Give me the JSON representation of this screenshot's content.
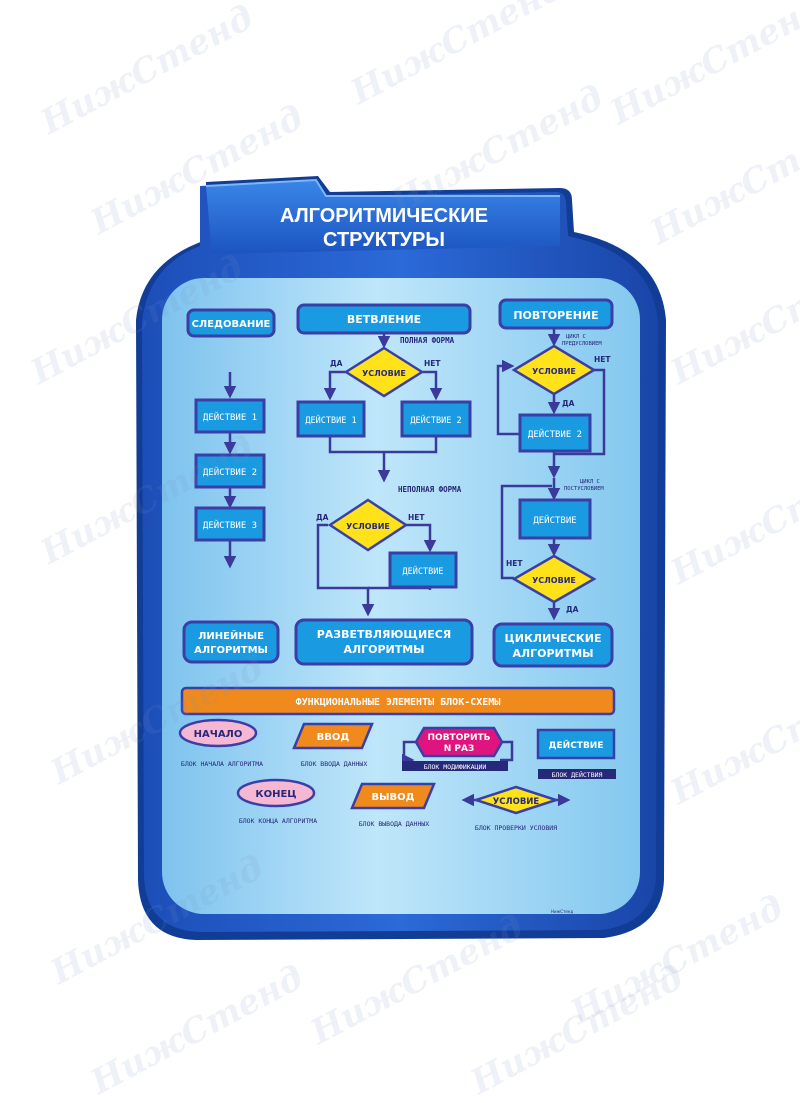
{
  "watermark": "НижСтенд",
  "title": {
    "line1": "АЛГОРИТМИЧЕСКИЕ",
    "line2": "СТРУКТУРЫ"
  },
  "headers": {
    "sequence": "СЛЕДОВАНИЕ",
    "branching": "ВЕТВЛЕНИЕ",
    "repetition": "ПОВТОРЕНИЕ"
  },
  "sequence": {
    "actions": [
      "ДЕЙСТВИЕ 1",
      "ДЕЙСТВИЕ 2",
      "ДЕЙСТВИЕ 3"
    ]
  },
  "branching": {
    "full_form": "ПОЛНАЯ ФОРМА",
    "partial_form": "НЕПОЛНАЯ ФОРМА",
    "condition": "УСЛОВИЕ",
    "yes": "ДА",
    "no": "НЕТ",
    "action1": "ДЕЙСТВИЕ 1",
    "action2": "ДЕЙСТВИЕ 2",
    "action": "ДЕЙСТВИЕ"
  },
  "repetition": {
    "pre_1": "ЦИКЛ С",
    "pre_2": "ПРЕДУСЛОВИЕМ",
    "post_1": "ЦИКЛ С",
    "post_2": "ПОСТУСЛОВИЕМ",
    "condition": "УСЛОВИЕ",
    "yes": "ДА",
    "no": "НЕТ",
    "action2": "ДЕЙСТВИЕ 2",
    "action": "ДЕЙСТВИЕ"
  },
  "footers": {
    "linear_1": "ЛИНЕЙНЫЕ",
    "linear_2": "АЛГОРИТМЫ",
    "branch_1": "РАЗВЕТВЛЯЮЩИЕСЯ",
    "branch_2": "АЛГОРИТМЫ",
    "cyclic_1": "ЦИКЛИЧЕСКИЕ",
    "cyclic_2": "АЛГОРИТМЫ"
  },
  "elements": {
    "header": "ФУНКЦИОНАЛЬНЫЕ ЭЛЕМЕНТЫ БЛОК-СХЕМЫ",
    "start": "НАЧАЛО",
    "start_caption": "БЛОК НАЧАЛА АЛГОРИТМА",
    "end": "КОНЕЦ",
    "end_caption": "БЛОК КОНЦА АЛГОРИТМА",
    "input": "ВВОД",
    "input_caption": "БЛОК ВВОДА ДАННЫХ",
    "output": "ВЫВОД",
    "output_caption": "БЛОК ВЫВОДА ДАННЫХ",
    "repeat_1": "ПОВТОРИТЬ",
    "repeat_2": "N РАЗ",
    "repeat_caption": "БЛОК МОДИФИКАЦИИ",
    "condition": "УСЛОВИЕ",
    "condition_caption": "БЛОК ПРОВЕРКИ УСЛОВИЯ",
    "action": "ДЕЙСТВИЕ",
    "action_caption": "БЛОК ДЕЙСТВИЯ"
  },
  "signature": "НижСтенд",
  "colors": {
    "frame": "#1f57c4",
    "panel": "#a6daf6",
    "block": "#1a9ae0",
    "block_edge": "#3a3fa8",
    "decision": "#ffe21a",
    "orange": "#f08a1c",
    "pink": "#f5b7d2",
    "magenta": "#e0147e",
    "caption_bar": "#26287a",
    "line": "#3a3a9a"
  }
}
